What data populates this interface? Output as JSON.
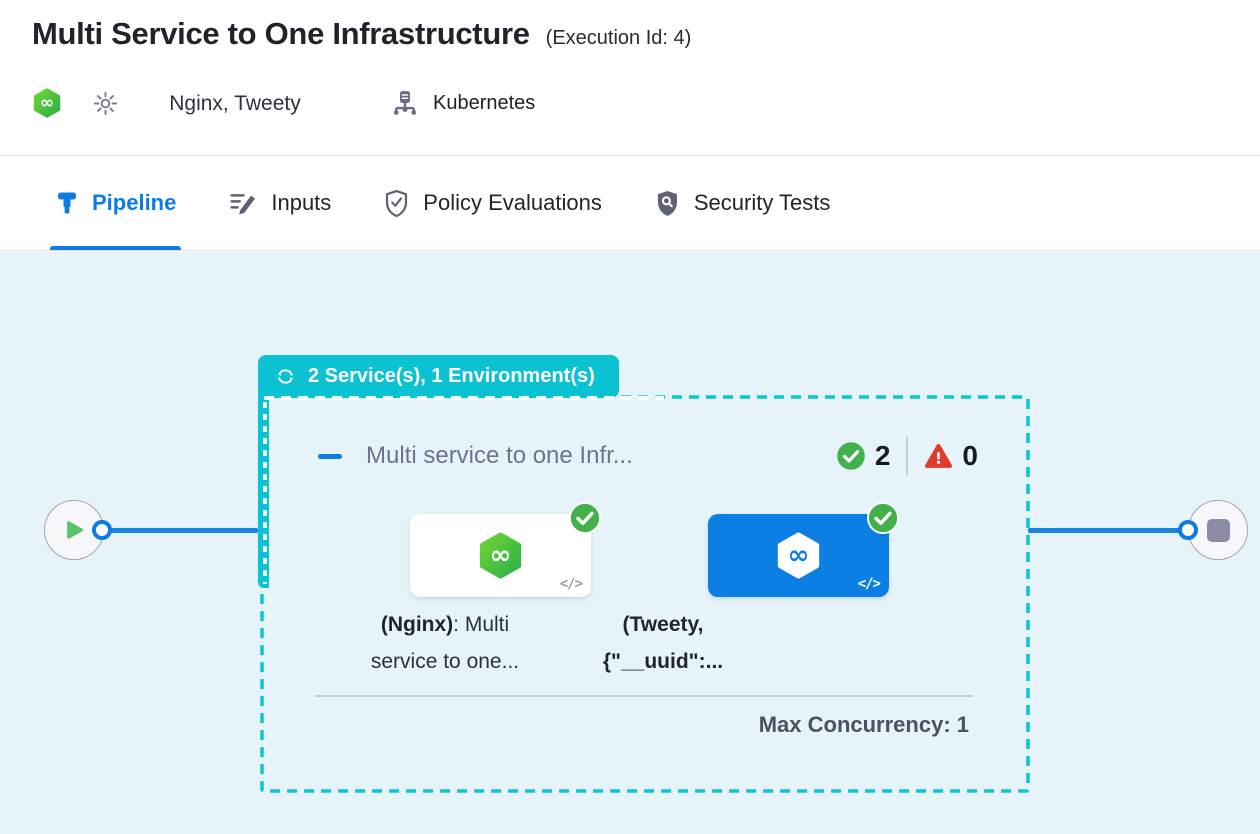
{
  "header": {
    "title": "Multi Service to One Infrastructure",
    "execution_id": "(Execution Id: 4)",
    "services": "Nginx, Tweety",
    "environment": "Kubernetes"
  },
  "tabs": [
    {
      "label": "Pipeline"
    },
    {
      "label": "Inputs"
    },
    {
      "label": "Policy Evaluations"
    },
    {
      "label": "Security Tests"
    }
  ],
  "pipeline": {
    "group_badge": "2 Service(s), 1 Environment(s)",
    "stage_title": "Multi service to one Infr...",
    "success_count": "2",
    "error_count": "0",
    "max_concurrency": "Max Concurrency: 1",
    "code_glyph": "</>",
    "services": [
      {
        "line1_bold": "(Nginx)",
        "line1_rest": ": Multi",
        "line2": "service to one..."
      },
      {
        "line1_bold": "(Tweety,",
        "line2_bold": "{\"__uuid\":..."
      }
    ]
  },
  "colors": {
    "accent_blue": "#0b7de2",
    "teal": "#0ac2d2",
    "success_green": "#42b14b",
    "error_red": "#e23a2a",
    "card_blue": "#0b7fe4",
    "canvas_bg": "#e6f4fa"
  }
}
